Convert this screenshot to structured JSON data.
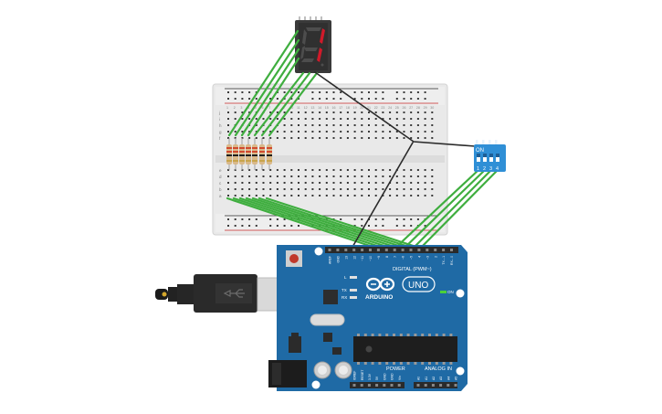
{
  "arduino": {
    "brand": "ARDUINO",
    "model": "UNO",
    "digital_header": "DIGITAL (PWM~)",
    "power_header": "POWER",
    "analog_header": "ANALOG IN",
    "led_on": "ON",
    "led_l": "L",
    "led_tx": "TX",
    "led_rx": "RX",
    "digital_pins": [
      "AREF",
      "GND",
      "13",
      "12",
      "~11",
      "~10",
      "~9",
      "8",
      "7",
      "~6",
      "~5",
      "4",
      "~3",
      "2",
      "TX→1",
      "RX←0"
    ],
    "power_pins": [
      "IOREF",
      "RESET",
      "3.3V",
      "5V",
      "GND",
      "GND",
      "Vin"
    ],
    "analog_pins": [
      "A0",
      "A1",
      "A2",
      "A3",
      "A4",
      "A5"
    ]
  },
  "dip_switch": {
    "on_label": "ON",
    "numbers": [
      "1",
      "2",
      "3",
      "4"
    ]
  },
  "breadboard": {
    "row_letters_top": [
      "j",
      "i",
      "h",
      "g",
      "f"
    ],
    "row_letters_bottom": [
      "e",
      "d",
      "c",
      "b",
      "a"
    ],
    "column_numbers": [
      "1",
      "2",
      "3",
      "4",
      "5",
      "6",
      "7",
      "8",
      "9",
      "10",
      "11",
      "12",
      "13",
      "14",
      "15",
      "16",
      "17",
      "18",
      "19",
      "20",
      "21",
      "22",
      "23",
      "24",
      "25",
      "26",
      "27",
      "28",
      "29",
      "30"
    ]
  },
  "colors": {
    "board_blue": "#1f6aa5",
    "wire_green": "#3fae3f",
    "wire_black": "#2b2b2b",
    "breadboard_bg": "#e9e9e9",
    "segment_on": "#d11a2a",
    "segment_off": "#4a4a4a",
    "dip_blue": "#2f8fd6"
  }
}
